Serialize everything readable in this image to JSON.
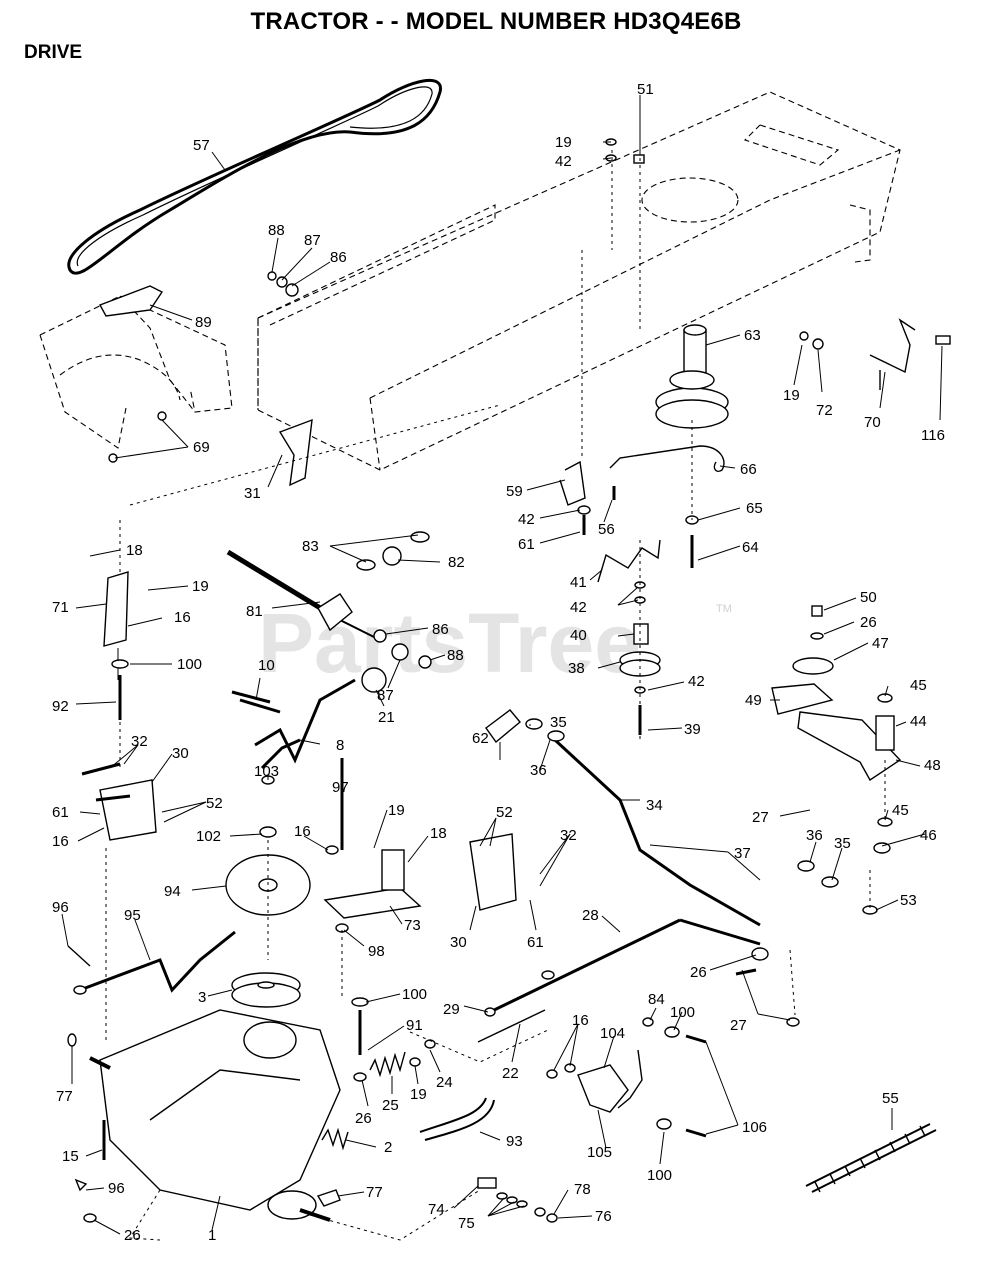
{
  "title": "TRACTOR - - MODEL NUMBER HD3Q4E6B",
  "section": "DRIVE",
  "watermark": "PartsTree",
  "watermark_mark": "TM",
  "callouts": [
    {
      "id": "c51",
      "text": "51"
    },
    {
      "id": "c19a",
      "text": "19"
    },
    {
      "id": "c42a",
      "text": "42"
    },
    {
      "id": "c57",
      "text": "57"
    },
    {
      "id": "c88a",
      "text": "88"
    },
    {
      "id": "c87a",
      "text": "87"
    },
    {
      "id": "c86a",
      "text": "86"
    },
    {
      "id": "c89",
      "text": "89"
    },
    {
      "id": "c63",
      "text": "63"
    },
    {
      "id": "c19b",
      "text": "19"
    },
    {
      "id": "c72",
      "text": "72"
    },
    {
      "id": "c70",
      "text": "70"
    },
    {
      "id": "c116",
      "text": "116"
    },
    {
      "id": "c69",
      "text": "69"
    },
    {
      "id": "c31",
      "text": "31"
    },
    {
      "id": "c66",
      "text": "66"
    },
    {
      "id": "c59",
      "text": "59"
    },
    {
      "id": "c42b",
      "text": "42"
    },
    {
      "id": "c56",
      "text": "56"
    },
    {
      "id": "c65",
      "text": "65"
    },
    {
      "id": "c61a",
      "text": "61"
    },
    {
      "id": "c64",
      "text": "64"
    },
    {
      "id": "c18a",
      "text": "18"
    },
    {
      "id": "c83",
      "text": "83"
    },
    {
      "id": "c82",
      "text": "82"
    },
    {
      "id": "c19c",
      "text": "19"
    },
    {
      "id": "c41",
      "text": "41"
    },
    {
      "id": "c42c",
      "text": "42"
    },
    {
      "id": "c50",
      "text": "50"
    },
    {
      "id": "c71",
      "text": "71"
    },
    {
      "id": "c81",
      "text": "81"
    },
    {
      "id": "c16a",
      "text": "16"
    },
    {
      "id": "c86b",
      "text": "86"
    },
    {
      "id": "c26a",
      "text": "26"
    },
    {
      "id": "c40",
      "text": "40"
    },
    {
      "id": "c47",
      "text": "47"
    },
    {
      "id": "c100a",
      "text": "100"
    },
    {
      "id": "c88b",
      "text": "88"
    },
    {
      "id": "c38",
      "text": "38"
    },
    {
      "id": "c10",
      "text": "10"
    },
    {
      "id": "c87b",
      "text": "87"
    },
    {
      "id": "c42d",
      "text": "42"
    },
    {
      "id": "c45a",
      "text": "45"
    },
    {
      "id": "c92",
      "text": "92"
    },
    {
      "id": "c21",
      "text": "21"
    },
    {
      "id": "c49",
      "text": "49"
    },
    {
      "id": "c39",
      "text": "39"
    },
    {
      "id": "c44",
      "text": "44"
    },
    {
      "id": "c35a",
      "text": "35"
    },
    {
      "id": "c8",
      "text": "8"
    },
    {
      "id": "c32a",
      "text": "32"
    },
    {
      "id": "c30a",
      "text": "30"
    },
    {
      "id": "c62",
      "text": "62"
    },
    {
      "id": "c48",
      "text": "48"
    },
    {
      "id": "c36a",
      "text": "36"
    },
    {
      "id": "c103",
      "text": "103"
    },
    {
      "id": "c97",
      "text": "97"
    },
    {
      "id": "c19d",
      "text": "19"
    },
    {
      "id": "c61b",
      "text": "61"
    },
    {
      "id": "c52a",
      "text": "52"
    },
    {
      "id": "c34",
      "text": "34"
    },
    {
      "id": "c27a",
      "text": "27"
    },
    {
      "id": "c45b",
      "text": "45"
    },
    {
      "id": "c16b",
      "text": "16"
    },
    {
      "id": "c102",
      "text": "102"
    },
    {
      "id": "c16c",
      "text": "16"
    },
    {
      "id": "c18b",
      "text": "18"
    },
    {
      "id": "c52b",
      "text": "52"
    },
    {
      "id": "c32b",
      "text": "32"
    },
    {
      "id": "c46",
      "text": "46"
    },
    {
      "id": "c36b",
      "text": "36"
    },
    {
      "id": "c35b",
      "text": "35"
    },
    {
      "id": "c37",
      "text": "37"
    },
    {
      "id": "c94",
      "text": "94"
    },
    {
      "id": "c96a",
      "text": "96"
    },
    {
      "id": "c95",
      "text": "95"
    },
    {
      "id": "c73",
      "text": "73"
    },
    {
      "id": "c53",
      "text": "53"
    },
    {
      "id": "c30b",
      "text": "30"
    },
    {
      "id": "c61c",
      "text": "61"
    },
    {
      "id": "c28",
      "text": "28"
    },
    {
      "id": "c98",
      "text": "98"
    },
    {
      "id": "c26b",
      "text": "26"
    },
    {
      "id": "c3",
      "text": "3"
    },
    {
      "id": "c100b",
      "text": "100"
    },
    {
      "id": "c29",
      "text": "29"
    },
    {
      "id": "c91",
      "text": "91"
    },
    {
      "id": "c84",
      "text": "84"
    },
    {
      "id": "c100c",
      "text": "100"
    },
    {
      "id": "c27b",
      "text": "27"
    },
    {
      "id": "c16d",
      "text": "16"
    },
    {
      "id": "c104",
      "text": "104"
    },
    {
      "id": "c77a",
      "text": "77"
    },
    {
      "id": "c22",
      "text": "22"
    },
    {
      "id": "c25",
      "text": "25"
    },
    {
      "id": "c24",
      "text": "24"
    },
    {
      "id": "c26c",
      "text": "26"
    },
    {
      "id": "c19e",
      "text": "19"
    },
    {
      "id": "c55",
      "text": "55"
    },
    {
      "id": "c106",
      "text": "106"
    },
    {
      "id": "c93",
      "text": "93"
    },
    {
      "id": "c15",
      "text": "15"
    },
    {
      "id": "c2",
      "text": "2"
    },
    {
      "id": "c105",
      "text": "105"
    },
    {
      "id": "c100d",
      "text": "100"
    },
    {
      "id": "c96b",
      "text": "96"
    },
    {
      "id": "c77b",
      "text": "77"
    },
    {
      "id": "c78",
      "text": "78"
    },
    {
      "id": "c74",
      "text": "74"
    },
    {
      "id": "c76",
      "text": "76"
    },
    {
      "id": "c75",
      "text": "75"
    },
    {
      "id": "c26d",
      "text": "26"
    },
    {
      "id": "c1",
      "text": "1"
    }
  ]
}
